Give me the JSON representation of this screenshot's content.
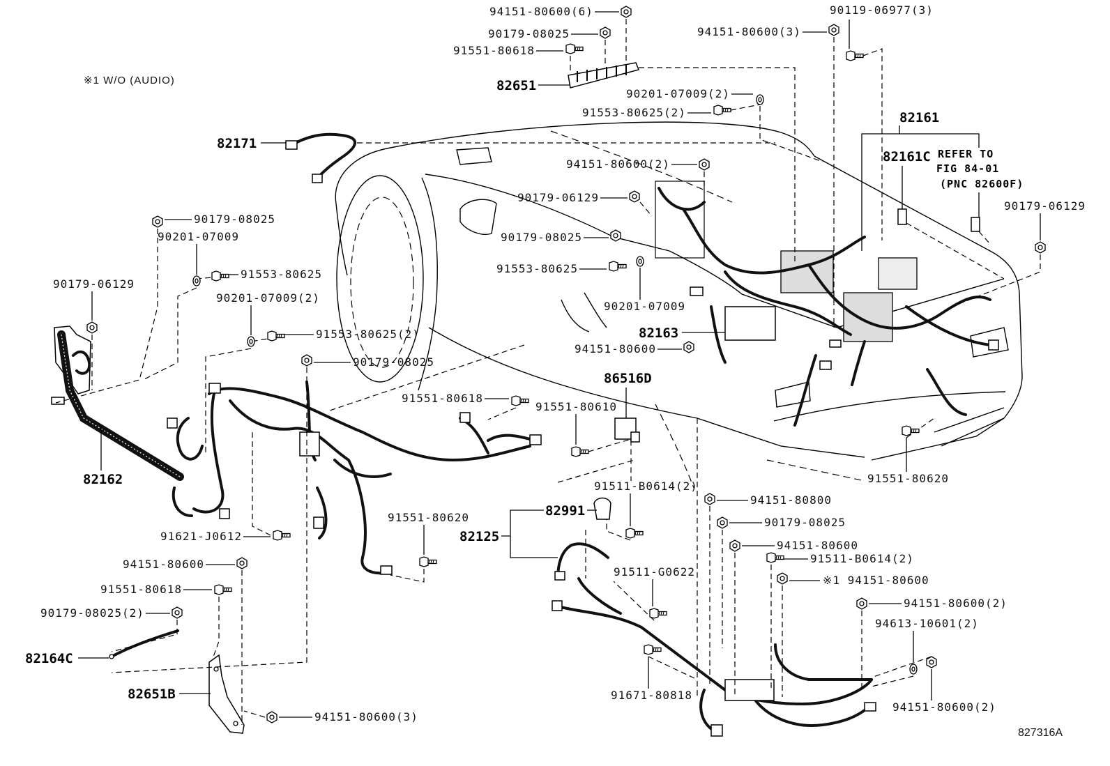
{
  "note": "※1 W/O (AUDIO)",
  "figure_id": "827316A",
  "assemblies": {
    "a82651": "82651",
    "a82171": "82171",
    "a82161": "82161",
    "a82161c": "82161C",
    "a82163": "82163",
    "a86516d": "86516D",
    "a82162": "82162",
    "a82991": "82991",
    "a82125": "82125",
    "a82164c": "82164C",
    "a82651b": "82651B"
  },
  "reference": [
    "REFER TO",
    "FIG 84-01",
    "(PNC 82600F)"
  ],
  "fasteners": [
    "94151-80600(6)",
    "90179-08025",
    "91551-80618",
    "94151-80600(3)",
    "90119-06977(3)",
    "90201-07009(2)",
    "91553-80625(2)",
    "94151-80600(2)",
    "90179-06129",
    "90179-06129",
    "90179-08025",
    "90201-07009",
    "90179-08025",
    "91553-80625",
    "91553-80625",
    "90179-06129",
    "90201-07009(2)",
    "90201-07009",
    "91553-80625(2)",
    "94151-80600",
    "90179-08025",
    "91551-80618",
    "91551-80610",
    "91551-80620",
    "91511-B0614(2)",
    "94151-80800",
    "90179-08025",
    "91551-80620",
    "91621-J0612",
    "94151-80600",
    "94151-80600",
    "91511-B0614(2)",
    "※1 94151-80600",
    "91511-G0622",
    "91551-80618",
    "94151-80600(2)",
    "90179-08025(2)",
    "94613-10601(2)",
    "91671-80818",
    "94151-80600(2)",
    "94151-80600(3)"
  ]
}
